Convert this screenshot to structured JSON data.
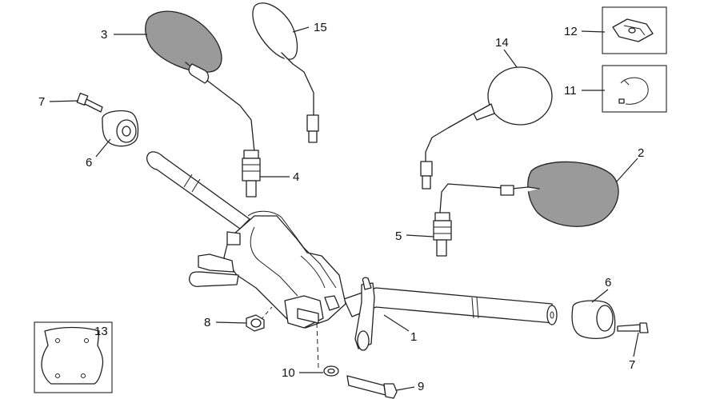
{
  "callouts": [
    "1",
    "2",
    "3",
    "4",
    "5",
    "6",
    "6",
    "7",
    "7",
    "8",
    "9",
    "10",
    "11",
    "12",
    "13",
    "14",
    "15"
  ]
}
